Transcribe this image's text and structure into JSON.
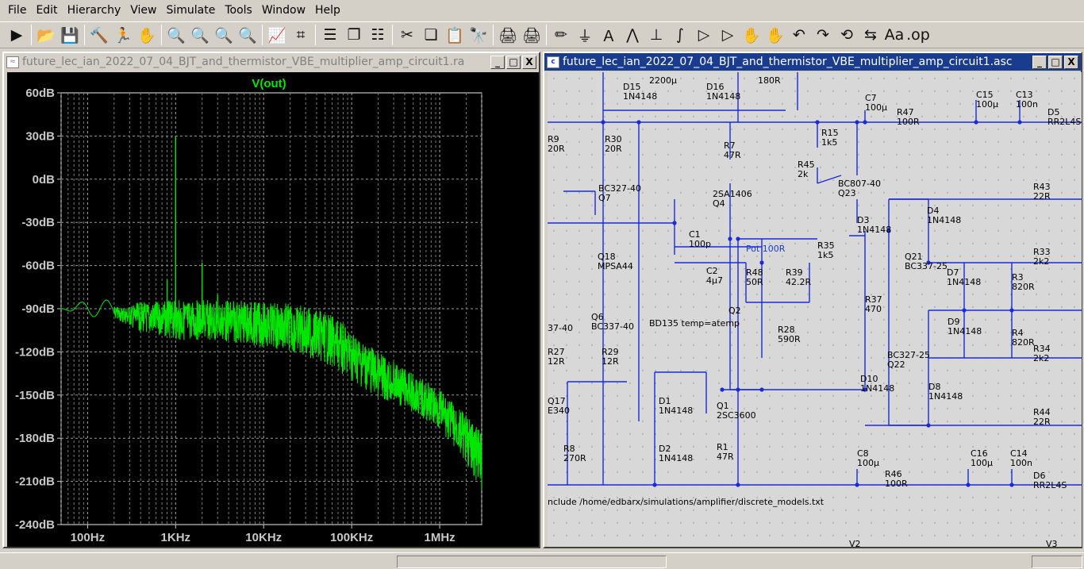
{
  "menu": [
    "File",
    "Edit",
    "Hierarchy",
    "View",
    "Simulate",
    "Tools",
    "Window",
    "Help"
  ],
  "toolbar_icons": [
    "run-icon",
    "open-icon",
    "save-icon",
    "control-panel-icon",
    "run-halt-icon",
    "halt-icon",
    "zoom-in-icon",
    "zoom-full-icon",
    "zoom-out-icon",
    "zoom-cancel-icon",
    "autorange-icon",
    "probe-icon",
    "tile-horizontal-icon",
    "cascade-icon",
    "tile-vertical-icon",
    "cut-icon",
    "copy-icon",
    "paste-icon",
    "find-icon",
    "print-setup-icon",
    "print-icon",
    "draw-wire-icon",
    "ground-icon",
    "label-net-icon",
    "resistor-icon",
    "capacitor-icon",
    "inductor-icon",
    "diode-icon",
    "component-icon",
    "move-icon",
    "drag-icon",
    "undo-icon",
    "redo-icon",
    "rotate-icon",
    "mirror-icon",
    "text-icon",
    "spice-directive-icon"
  ],
  "toolbar_glyphs": [
    "▶",
    "📂",
    "💾",
    "🔨",
    "🏃",
    "✋",
    "🔍",
    "🔍",
    "🔍",
    "🔍",
    "📈",
    "⌗",
    "☰",
    "❐",
    "☷",
    "✂",
    "❏",
    "📋",
    "🔭",
    "🖨",
    "🖨",
    "✏",
    "⏚",
    "Ａ",
    "⋀",
    "⊥",
    "∫",
    "▷",
    "▷",
    "✋",
    "✋",
    "↶",
    "↷",
    "⟲",
    "⇆",
    "Aa",
    ".op"
  ],
  "plot_window": {
    "title": "future_lec_ian_2022_07_04_BJT_and_thermistor_VBE_multiplier_amp_circuit1.ra"
  },
  "schematic_window": {
    "title": "future_lec_ian_2022_07_04_BJT_and_thermistor_VBE_multiplier_amp_circuit1.asc"
  },
  "window_buttons": {
    "min": "_",
    "max": "□",
    "close": "X"
  },
  "chart_data": {
    "type": "line",
    "title": "V(out)",
    "series": [
      {
        "name": "V(out)",
        "color": "#00e600"
      }
    ],
    "y_ticks": [
      "60dB",
      "30dB",
      "0dB",
      "-30dB",
      "-60dB",
      "-90dB",
      "-120dB",
      "-150dB",
      "-180dB",
      "-210dB",
      "-240dB"
    ],
    "x_ticks": [
      "100Hz",
      "1KHz",
      "10KHz",
      "100KHz",
      "1MHz"
    ],
    "ylim": [
      -240,
      60
    ],
    "xlim": [
      50,
      3000000
    ],
    "x_scale": "log",
    "grid": true,
    "envelope": {
      "x": [
        50,
        100,
        200,
        300,
        500,
        800,
        1000,
        2000,
        5000,
        10000,
        20000,
        50000,
        100000,
        200000,
        500000,
        1000000,
        2000000,
        3000000
      ],
      "upper": [
        -90,
        -84,
        -84,
        -86,
        -85,
        -85,
        -84,
        -84,
        -84,
        -86,
        -86,
        -92,
        -104,
        -120,
        -135,
        -146,
        -164,
        -176
      ],
      "lower": [
        -90,
        -100,
        -102,
        -104,
        -108,
        -110,
        -112,
        -112,
        -114,
        -117,
        -120,
        -128,
        -140,
        -152,
        -162,
        -174,
        -198,
        -216
      ]
    },
    "peaks": [
      {
        "x": 1000,
        "y": 30
      },
      {
        "x": 2000,
        "y": -58
      },
      {
        "x": 3000,
        "y": -80
      },
      {
        "x": 800,
        "y": -70
      }
    ]
  },
  "schematic": {
    "parts": [
      {
        "t": "D15",
        "v": "1N4148"
      },
      {
        "t": "2200µ"
      },
      {
        "t": "D16",
        "v": "1N4148"
      },
      {
        "t": "180R"
      },
      {
        "t": "C7",
        "v": "100µ"
      },
      {
        "t": "R47",
        "v": "100R"
      },
      {
        "t": "C15",
        "v": "100µ"
      },
      {
        "t": "C13",
        "v": "100n"
      },
      {
        "t": "D5",
        "v": "RR2L4S"
      },
      {
        "t": "R9",
        "v": "20R"
      },
      {
        "t": "R30",
        "v": "20R"
      },
      {
        "t": "R7",
        "v": "47R"
      },
      {
        "t": "R15",
        "v": "1k5"
      },
      {
        "t": "BC327-40",
        "v": "Q7"
      },
      {
        "t": "R45",
        "v": "2k"
      },
      {
        "t": "BC807-40",
        "v": "Q23"
      },
      {
        "t": "2SA1406",
        "v": "Q4"
      },
      {
        "t": "R43",
        "v": "22R"
      },
      {
        "t": "D4",
        "v": "1N4148"
      },
      {
        "t": "D3",
        "v": "1N4148"
      },
      {
        "t": "C1",
        "v": "100p"
      },
      {
        "t": "Pot 100R"
      },
      {
        "t": "R35",
        "v": "1k5"
      },
      {
        "t": "Q18",
        "v": "MPSA44"
      },
      {
        "t": "C2",
        "v": "4µ7"
      },
      {
        "t": "R48",
        "v": "50R"
      },
      {
        "t": "R39",
        "v": "42.2R"
      },
      {
        "t": "Q21",
        "v": "BC337-25"
      },
      {
        "t": "R33",
        "v": "2k2"
      },
      {
        "t": "D7",
        "v": "1N4148"
      },
      {
        "t": "R3",
        "v": "820R"
      },
      {
        "t": "R37",
        "v": "470"
      },
      {
        "t": "Q2"
      },
      {
        "t": "Q6",
        "v": "BC337-40"
      },
      {
        "t": "BD135 temp=atemp"
      },
      {
        "t": "R28",
        "v": "590R"
      },
      {
        "t": "D9",
        "v": "1N4148"
      },
      {
        "t": "R4",
        "v": "820R"
      },
      {
        "t": "R34",
        "v": "2k2"
      },
      {
        "t": "R27",
        "v": "12R"
      },
      {
        "t": "R29",
        "v": "12R"
      },
      {
        "t": "BC327-25",
        "v": "Q22"
      },
      {
        "t": "D10",
        "v": "1N4148"
      },
      {
        "t": "Q17",
        "v": "E340"
      },
      {
        "t": "D1",
        "v": "1N4148"
      },
      {
        "t": "Q1",
        "v": "2SC3600"
      },
      {
        "t": "D8",
        "v": "1N4148"
      },
      {
        "t": "R44",
        "v": "22R"
      },
      {
        "t": "D2",
        "v": "1N4148"
      },
      {
        "t": "R8",
        "v": "270R"
      },
      {
        "t": "R1",
        "v": "47R"
      },
      {
        "t": "C8",
        "v": "100µ"
      },
      {
        "t": "R46",
        "v": "100R"
      },
      {
        "t": "C16",
        "v": "100µ"
      },
      {
        "t": "C14",
        "v": "100n"
      },
      {
        "t": "D6",
        "v": "RR2L4S"
      },
      {
        "t": "37-40"
      }
    ],
    "directive": "nclude /home/edbarx/simulations/amplifier/discrete_models.txt",
    "bottom_labels": [
      "V2",
      "V3"
    ]
  }
}
